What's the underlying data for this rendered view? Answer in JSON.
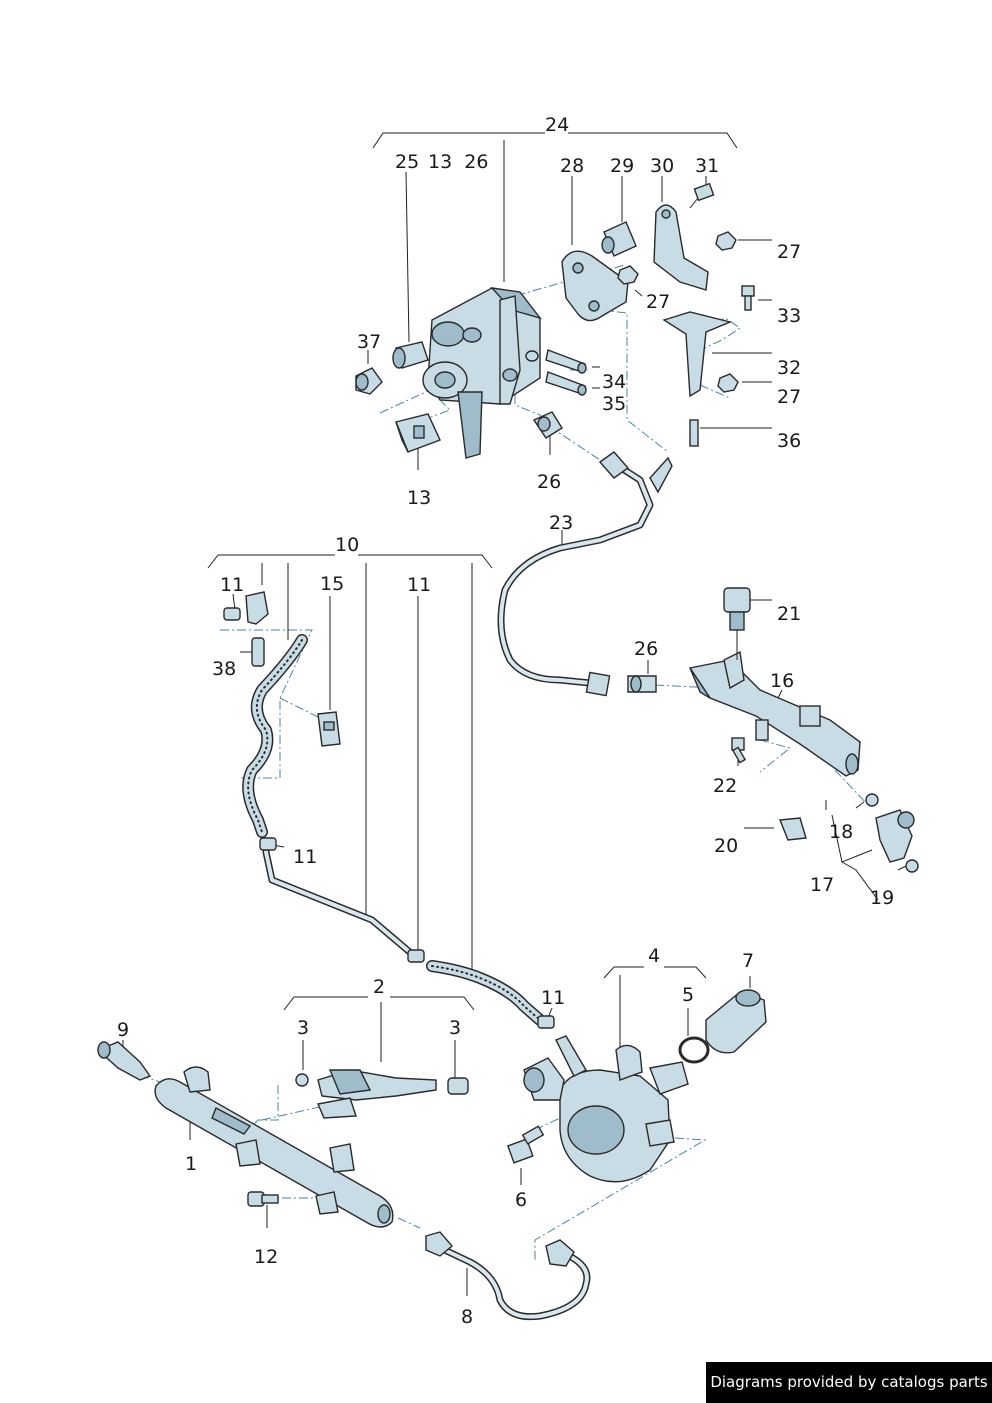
{
  "labels": {
    "l24": "24",
    "l25": "25",
    "l13_26": "13  26",
    "l28": "28",
    "l29": "29",
    "l30": "30",
    "l31": "31",
    "l27a": "27",
    "l27b": "27",
    "l33": "33",
    "l37": "37",
    "l32": "32",
    "l34": "34",
    "l35": "35",
    "l27c": "27",
    "l36": "36",
    "l13": "13",
    "l26a": "26",
    "l23": "23",
    "l10": "10",
    "l11a": "11",
    "l15": "15",
    "l11b": "11",
    "l21": "21",
    "l38": "38",
    "l26b": "26",
    "l16": "16",
    "l22": "22",
    "l18": "18",
    "l20": "20",
    "l11c": "11",
    "l17": "17",
    "l19": "19",
    "l4": "4",
    "l7": "7",
    "l2": "2",
    "l5": "5",
    "l11d": "11",
    "l9": "9",
    "l3a": "3",
    "l3b": "3",
    "l1": "1",
    "l6": "6",
    "l12": "12",
    "l8": "8"
  },
  "footer": {
    "credit": "Diagrams provided by catalogs parts"
  }
}
